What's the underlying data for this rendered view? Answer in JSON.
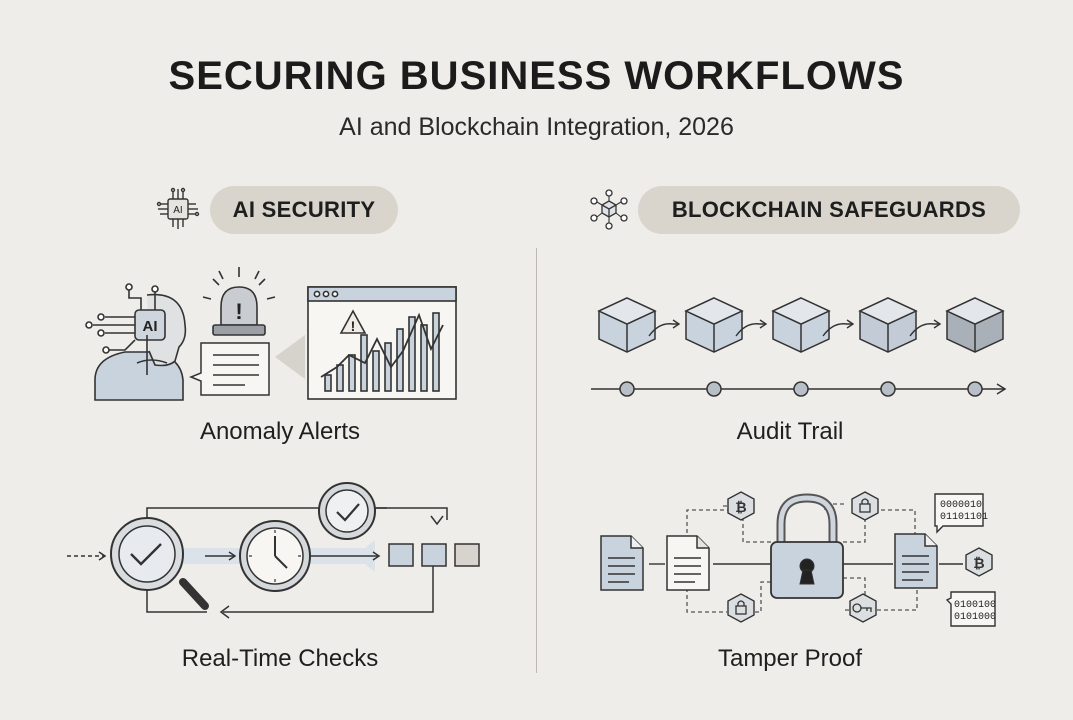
{
  "header": {
    "title": "SECURING BUSINESS WORKFLOWS",
    "subtitle": "AI and Blockchain Integration, 2026"
  },
  "sections": {
    "ai": {
      "label": "AI SECURITY",
      "icon": "ai-chip-icon",
      "chip_text": "AI"
    },
    "blockchain": {
      "label": "BLOCKCHAIN SAFEGUARDS",
      "icon": "blockchain-network-icon"
    }
  },
  "panels": {
    "anomaly_alerts": {
      "caption": "Anomaly Alerts",
      "robot_chip_text": "AI",
      "alert_symbol": "!",
      "warning_symbol": "!"
    },
    "audit_trail": {
      "caption": "Audit Trail",
      "block_count": 5
    },
    "real_time_checks": {
      "caption": "Real-Time Checks"
    },
    "tamper_proof": {
      "caption": "Tamper Proof",
      "binary_top": [
        "0000010",
        "01101101"
      ],
      "binary_bottom": [
        "0100100",
        "0101000"
      ],
      "bitcoin_symbol": "₿"
    }
  },
  "colors": {
    "background": "#efede9",
    "pill": "#d9d4cc",
    "accent_blue": "#c9d3de",
    "line": "#3a3a3a"
  }
}
